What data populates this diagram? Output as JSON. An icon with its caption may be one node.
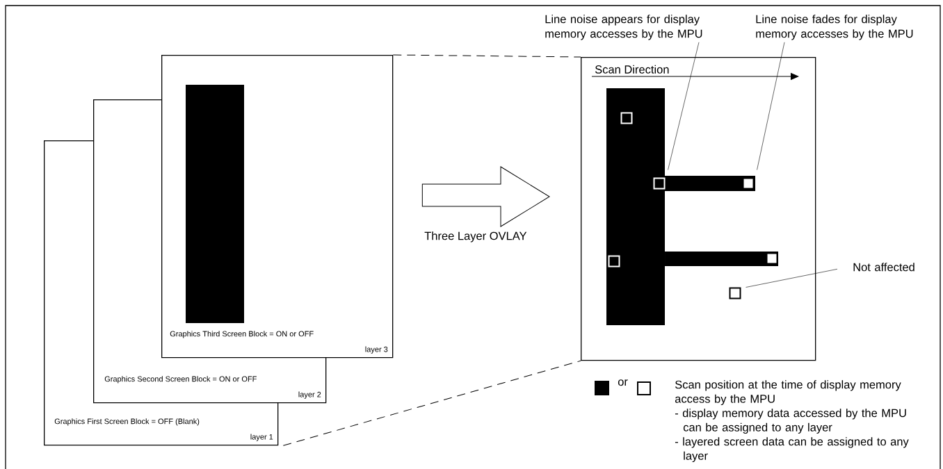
{
  "diagram": {
    "nodes": [
      {
        "text": [
          "Graphics First Screen Block = OFF (Blank)",
          "layer 1"
        ]
      },
      {
        "text": [
          "Graphics Second Screen Block = ON or OFF",
          "layer 2"
        ]
      },
      {
        "text": [
          "Graphics Third Screen Block = ON or OFF",
          "layer 3"
        ]
      },
      {
        "text": [],
        "shape": "box"
      },
      {
        "text": [
          "Line noise appears for display memory accesses by the MPU"
        ]
      },
      {
        "text": [
          "Line noise fades for display memory accesses by the MPU"
        ]
      },
      {
        "text": [
          "Not affected"
        ]
      },
      {
        "text": [],
        "shape": "box",
        "in": 3
      },
      {
        "text": [],
        "shape": "box",
        "in": 3
      },
      {
        "text": [],
        "shape": "box",
        "in": 3
      },
      {
        "text": [],
        "shape": "box",
        "in": 3
      },
      {
        "text": [],
        "shape": "box",
        "in": 3
      },
      {
        "text": [],
        "shape": "box",
        "in": 3
      }
    ],
    "edges": [
      {
        "from": 2,
        "to": 3,
        "arrow": "to",
        "label": "Three Layer OVLAY"
      },
      {
        "from": 2,
        "to": 3,
        "arrow": "none",
        "style": "dashed"
      },
      {
        "from": 0,
        "to": 3,
        "arrow": "none",
        "style": "dashed"
      },
      {
        "from": 4,
        "to": 8,
        "arrow": "none"
      },
      {
        "from": 5,
        "to": 9,
        "arrow": "none"
      },
      {
        "from": 6,
        "to": 12,
        "arrow": "none"
      }
    ],
    "labels": [
      "Scan Direction",
      "or",
      "- display memory data accessed by the MPU can be assigned to any layer",
      "- layered screen data can be assigned to any layer"
    ],
    "legend": [
      {
        "text": "Scan position at the time of display memory access by the MPU"
      }
    ]
  }
}
